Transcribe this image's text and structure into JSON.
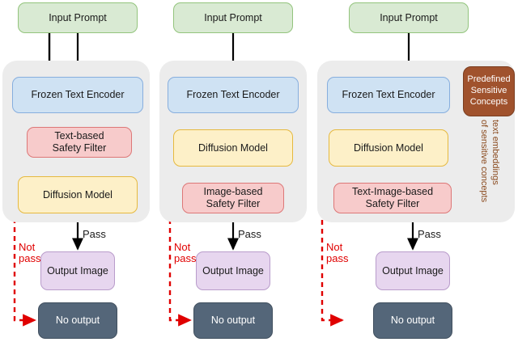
{
  "diagram": {
    "title": "Three safety filter pipelines for text-to-image generation",
    "colors": {
      "prompt": "#d9ead3",
      "encoder": "#cfe2f3",
      "diffusion": "#fdf0c8",
      "filter": "#f7cbcb",
      "output": "#e7d6ef",
      "no_output": "#546679",
      "concepts": "#a0522d",
      "panel": "#ececec",
      "not_pass_red": "#e00000",
      "concept_flow_brown": "#8a4a1e"
    }
  },
  "panels": [
    {
      "id": "panel-text-based",
      "nodes": {
        "prompt": "Input Prompt",
        "encoder": "Frozen Text Encoder",
        "filter_line1": "Text-based",
        "filter_line2": "Safety Filter",
        "diffusion": "Diffusion Model",
        "output": "Output Image",
        "no_output": "No output"
      },
      "labels": {
        "pass": "Pass",
        "not_pass_line1": "Not",
        "not_pass_line2": "pass"
      }
    },
    {
      "id": "panel-image-based",
      "nodes": {
        "prompt": "Input Prompt",
        "encoder": "Frozen Text Encoder",
        "diffusion": "Diffusion Model",
        "filter_line1": "Image-based",
        "filter_line2": "Safety Filter",
        "output": "Output Image",
        "no_output": "No output"
      },
      "labels": {
        "pass": "Pass",
        "not_pass_line1": "Not",
        "not_pass_line2": "pass"
      }
    },
    {
      "id": "panel-text-image-based",
      "nodes": {
        "prompt": "Input Prompt",
        "encoder": "Frozen Text Encoder",
        "diffusion": "Diffusion Model",
        "filter_line1": "Text-Image-based",
        "filter_line2": "Safety Filter",
        "output": "Output Image",
        "no_output": "No output",
        "concepts_line1": "Predefined",
        "concepts_line2": "Sensitive",
        "concepts_line3": "Concepts"
      },
      "labels": {
        "pass": "Pass",
        "not_pass_line1": "Not",
        "not_pass_line2": "pass",
        "embeddings_line1": "text embeddings",
        "embeddings_line2": "of sensitive concepts"
      }
    }
  ]
}
